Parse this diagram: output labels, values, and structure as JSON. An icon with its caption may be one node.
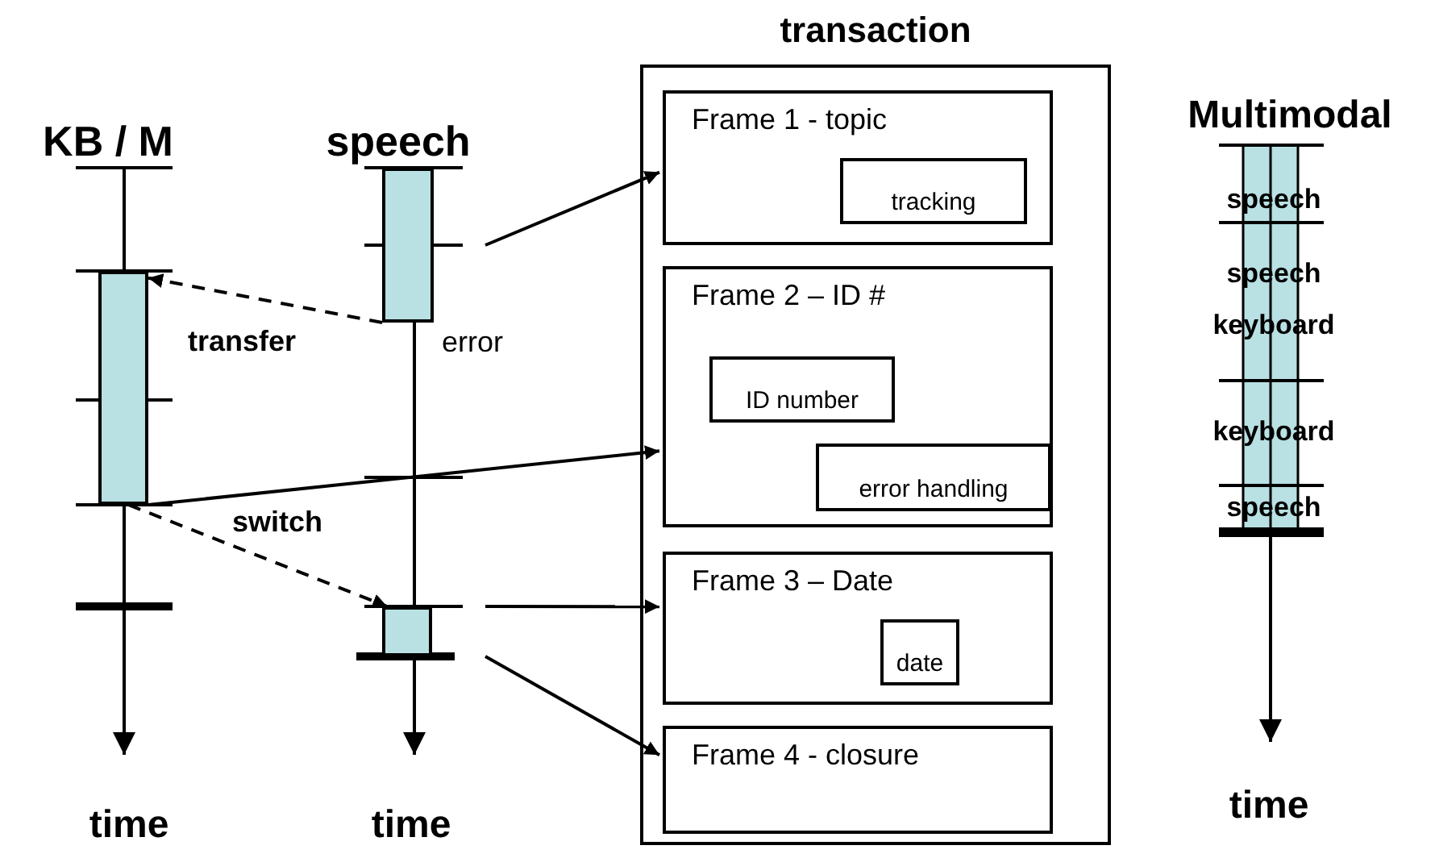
{
  "diagram": {
    "nodes": [
      {
        "text": [
          "transaction"
        ]
      },
      {
        "text": [
          "Frame 1 - topic"
        ],
        "in": 0
      },
      {
        "text": [
          "tracking"
        ],
        "in": 1
      },
      {
        "text": [
          "Frame 2 – ID #"
        ],
        "in": 0
      },
      {
        "text": [
          "ID number"
        ],
        "in": 3
      },
      {
        "text": [
          "error handling"
        ],
        "in": 3
      },
      {
        "text": [
          "Frame 3 – Date"
        ],
        "in": 0
      },
      {
        "text": [
          "date"
        ],
        "in": 6
      },
      {
        "text": [
          "Frame 4 - closure"
        ],
        "in": 0
      },
      {
        "text": [],
        "shape": "bar"
      },
      {
        "text": [],
        "shape": "bar",
        "beside": [
          "error"
        ]
      },
      {
        "text": [],
        "shape": "bar"
      }
    ],
    "edges": [
      {
        "from": 10,
        "to": 9,
        "arrow": "to",
        "style": "dashed",
        "label": "transfer"
      },
      {
        "from": 9,
        "to": 11,
        "arrow": "to",
        "style": "dashed",
        "label": "switch"
      },
      {
        "from": null,
        "to": 1,
        "arrow": "to"
      },
      {
        "from": 9,
        "to": 3,
        "arrow": "to"
      },
      {
        "from": null,
        "to": 6,
        "arrow": "to"
      },
      {
        "from": null,
        "to": 8,
        "arrow": "to"
      }
    ],
    "labels": [
      "KB / M",
      "speech",
      "Multimodal",
      "speech",
      "speech keyboard",
      "keyboard",
      "speech",
      "time",
      "time",
      "time"
    ]
  }
}
